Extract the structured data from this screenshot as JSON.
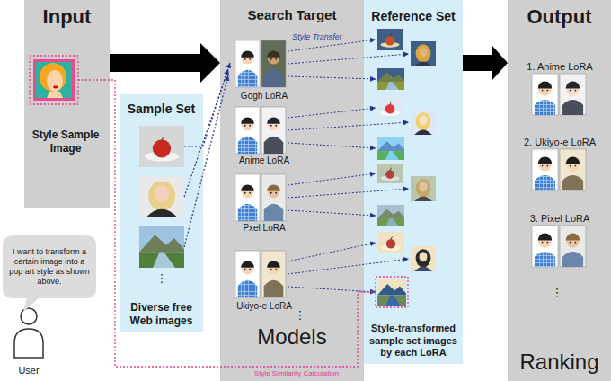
{
  "diagram": {
    "nodes": [
      {
        "text": [
          "Input"
        ]
      },
      {
        "text": [
          "Style Sample Image"
        ],
        "in": 0
      },
      {
        "text": [
          "Sample Set",
          "Diverse free Web images"
        ]
      },
      {
        "text": [
          "I want to transform a certain image into a pop art style as shown above."
        ]
      },
      {
        "text": [
          "Search Target",
          "Models"
        ]
      },
      {
        "text": [
          "Gogh LoRA"
        ],
        "in": 4
      },
      {
        "text": [
          "Anime LoRA"
        ],
        "in": 4
      },
      {
        "text": [
          "Pxel LoRA"
        ],
        "in": 4
      },
      {
        "text": [
          "Ukiyo-e LoRA"
        ],
        "in": 4
      },
      {
        "text": [
          "Reference Set",
          "Style-transformed sample set images by each LoRA"
        ]
      },
      {
        "text": [
          "Output",
          "Ranking"
        ]
      },
      {
        "text": [
          "1. Anime LoRA"
        ],
        "in": 10
      },
      {
        "text": [
          "2. Ukiyo-e LoRA"
        ],
        "in": 10
      },
      {
        "text": [
          "3. Pixel LoRA"
        ],
        "in": 10
      }
    ],
    "edges": [
      {
        "from": 0,
        "to": 4,
        "arrow": "to"
      },
      {
        "from": 2,
        "to": 5,
        "arrow": "to"
      },
      {
        "from": 1,
        "to": 9,
        "arrow": "none",
        "label": "Style Similarity Calculation"
      },
      {
        "from": 9,
        "to": 10,
        "arrow": "to"
      }
    ],
    "labels": [
      "Style Transfer",
      "⋮",
      "⋮",
      "⋮",
      "User"
    ]
  }
}
